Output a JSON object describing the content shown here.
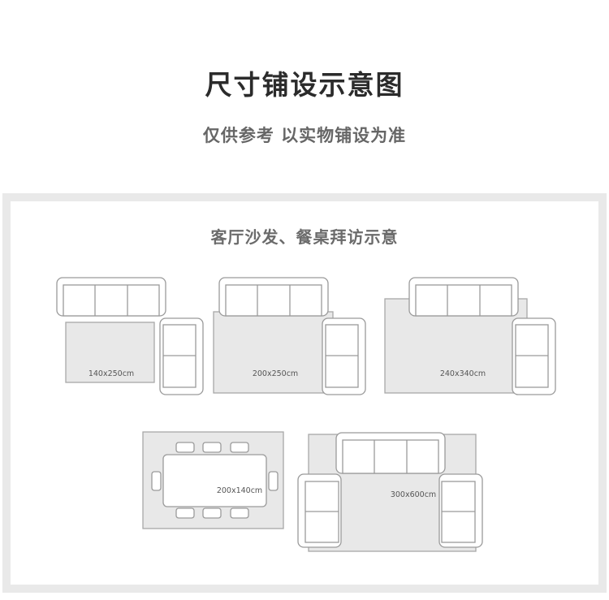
{
  "header": {
    "title": "尺寸铺设示意图",
    "subtitle": "仅供参考 以实物铺设为准"
  },
  "panel": {
    "section_title": "客厅沙发、餐桌拜访示意",
    "layouts": [
      {
        "size": "140x250cm"
      },
      {
        "size": "200x250cm"
      },
      {
        "size": "240x340cm"
      },
      {
        "size": "200x140cm"
      },
      {
        "size": "300x600cm"
      }
    ]
  },
  "colors": {
    "rug_fill": "#e8e8e8",
    "outline": "#9a9a9a",
    "panel_border": "#e9e9e9"
  }
}
